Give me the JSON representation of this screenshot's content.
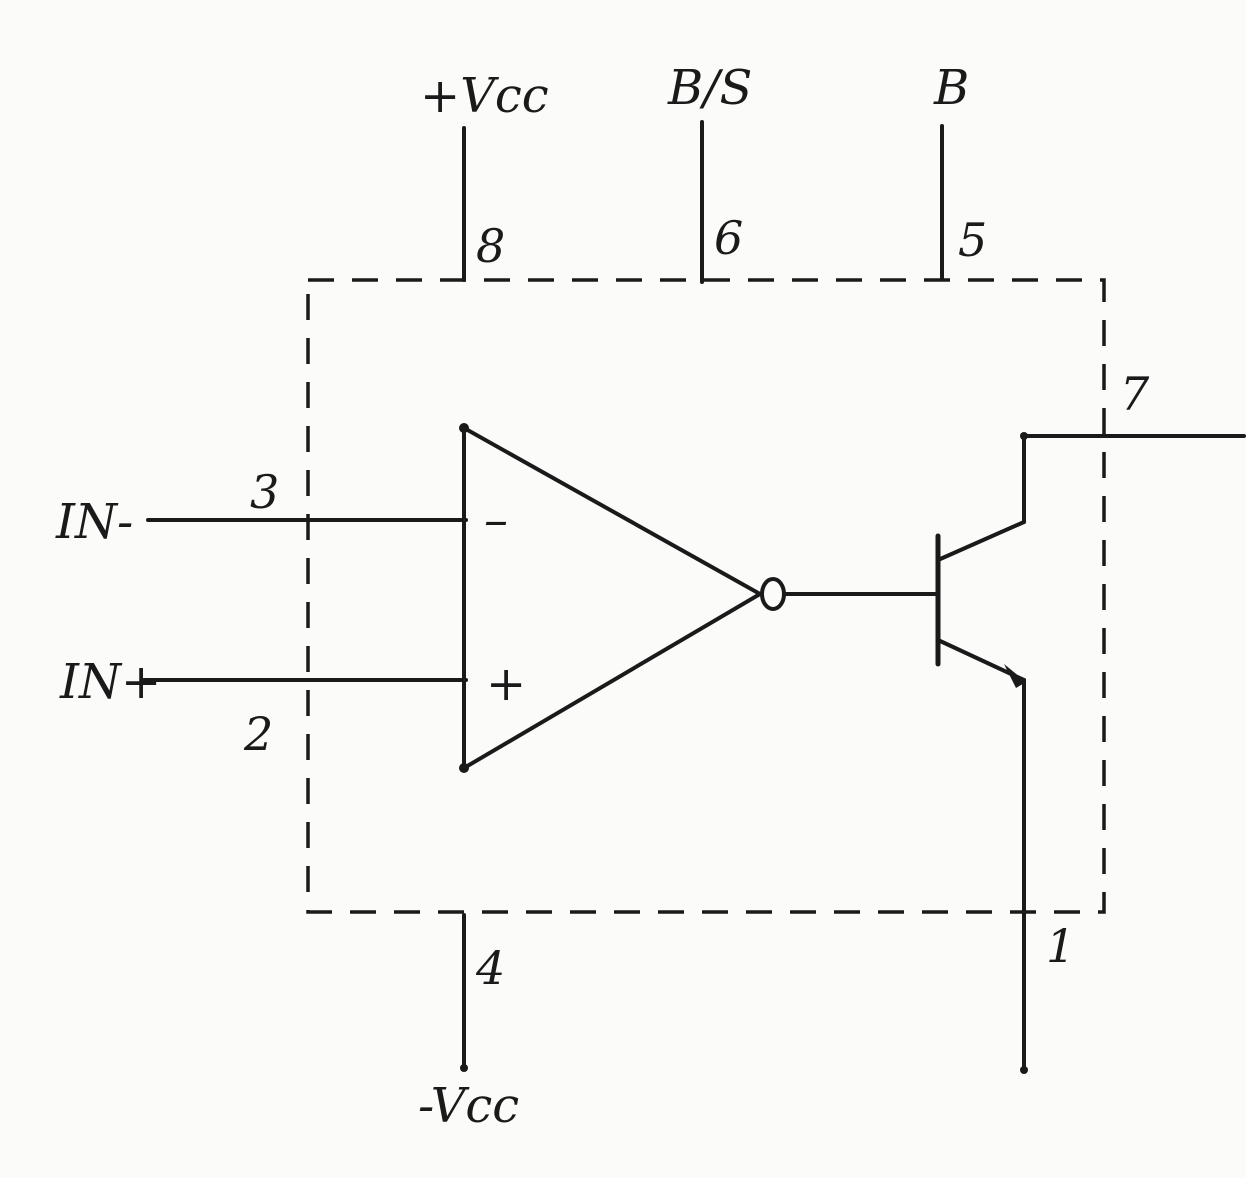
{
  "diagram": {
    "labels": {
      "vcc_pos": "+Vcc",
      "bs": "B/S",
      "b": "B",
      "vcc_neg": "-Vcc",
      "in_minus": "IN-",
      "in_plus": "IN+",
      "minus_sign": "–",
      "plus_sign": "+"
    },
    "pins": {
      "p1": "1",
      "p2": "2",
      "p3": "3",
      "p4": "4",
      "p5": "5",
      "p6": "6",
      "p7": "7",
      "p8": "8"
    }
  }
}
